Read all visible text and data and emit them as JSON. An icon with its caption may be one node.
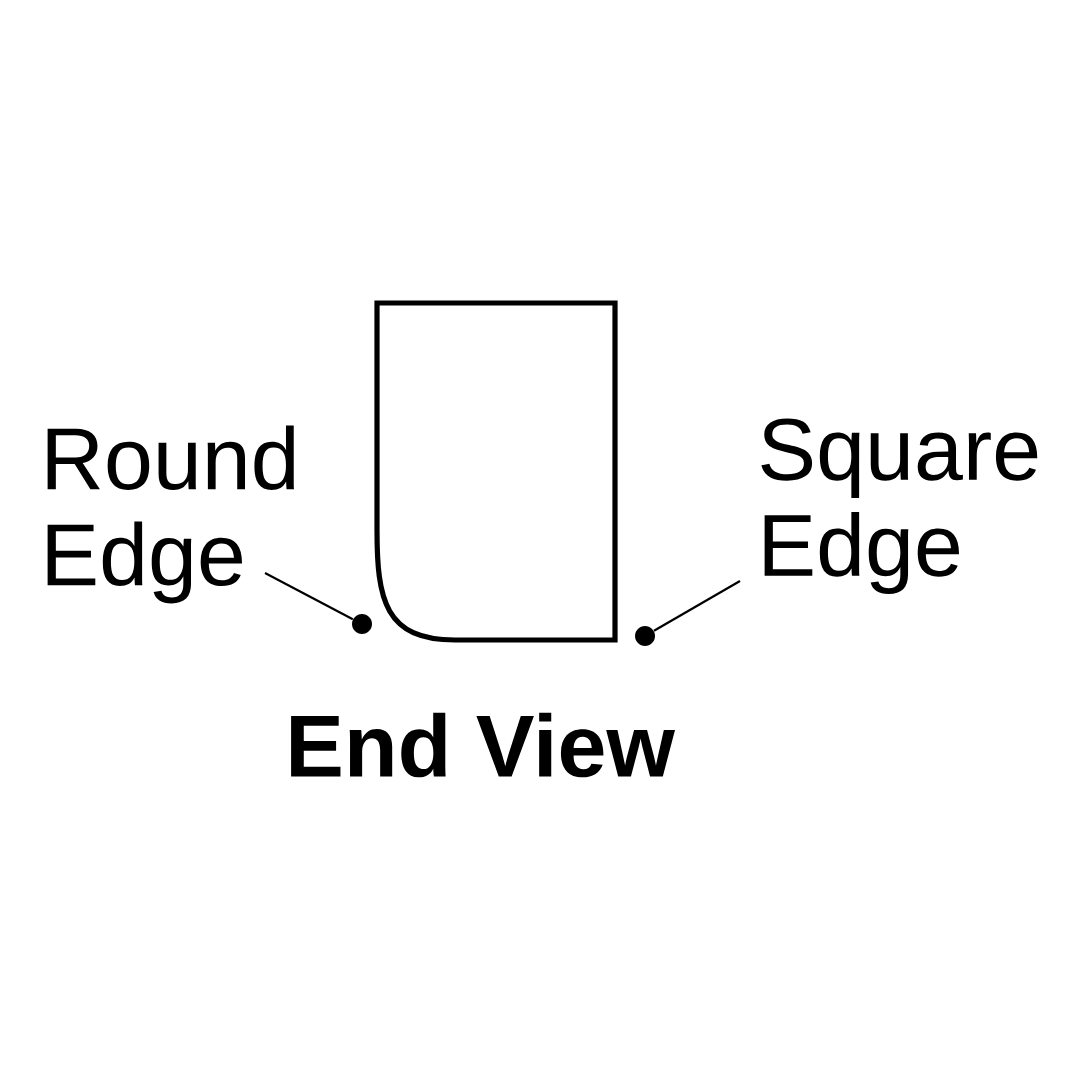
{
  "diagram": {
    "nodes": [
      {
        "text": [
          "Round Edge"
        ]
      },
      {
        "text": [],
        "shape": "circle"
      },
      {
        "text": [
          "Square Edge"
        ]
      },
      {
        "text": [],
        "shape": "circle"
      }
    ],
    "edges": [
      {
        "from": 0,
        "to": 1,
        "arrow": "none"
      },
      {
        "from": 2,
        "to": 3,
        "arrow": "none"
      }
    ],
    "labels": [
      "End View"
    ]
  }
}
